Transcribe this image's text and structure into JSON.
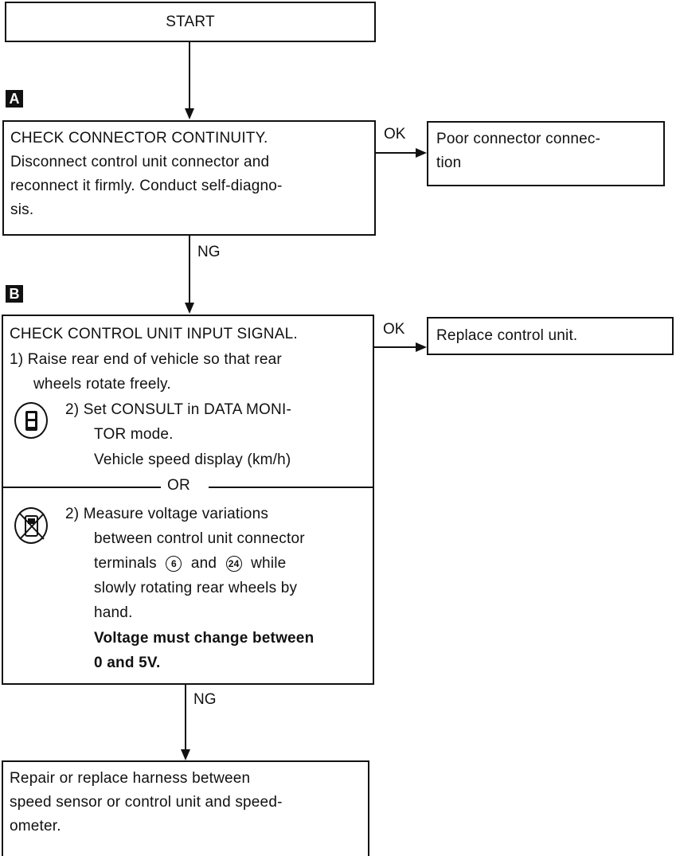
{
  "start": "START",
  "marker_a": "A",
  "marker_b": "B",
  "step_a": {
    "lines": [
      "CHECK CONNECTOR CONTINUITY.",
      "Disconnect control unit connector and",
      "reconnect it firmly. Conduct self-diagno-",
      "sis."
    ],
    "ok_label": "OK",
    "ng_label": "NG",
    "ok_result": [
      "Poor connector connec-",
      "tion"
    ]
  },
  "step_b": {
    "lines": [
      "CHECK CONTROL UNIT INPUT SIGNAL.",
      "1) Raise rear end of vehicle so that rear",
      "wheels rotate freely."
    ],
    "consult_lines": [
      "2) Set CONSULT in DATA MONI-",
      "TOR mode.",
      "Vehicle speed display (km/h)"
    ],
    "or_label": "OR",
    "measure_l1": "2) Measure voltage variations",
    "measure_l2": "between control unit connector",
    "terminals_text": "terminals",
    "terminal_1": "6",
    "and_text": "and",
    "terminal_2": "24",
    "while_text": "while",
    "measure_l4": "slowly rotating rear wheels by",
    "measure_l5": "hand.",
    "bold_lines": [
      "Voltage must change between",
      "0 and 5V."
    ],
    "ok_label": "OK",
    "ng_label": "NG",
    "ok_result": "Replace control unit."
  },
  "final": {
    "lines": [
      "Repair or replace harness between",
      "speed sensor or control unit and speed-",
      "ometer."
    ]
  }
}
